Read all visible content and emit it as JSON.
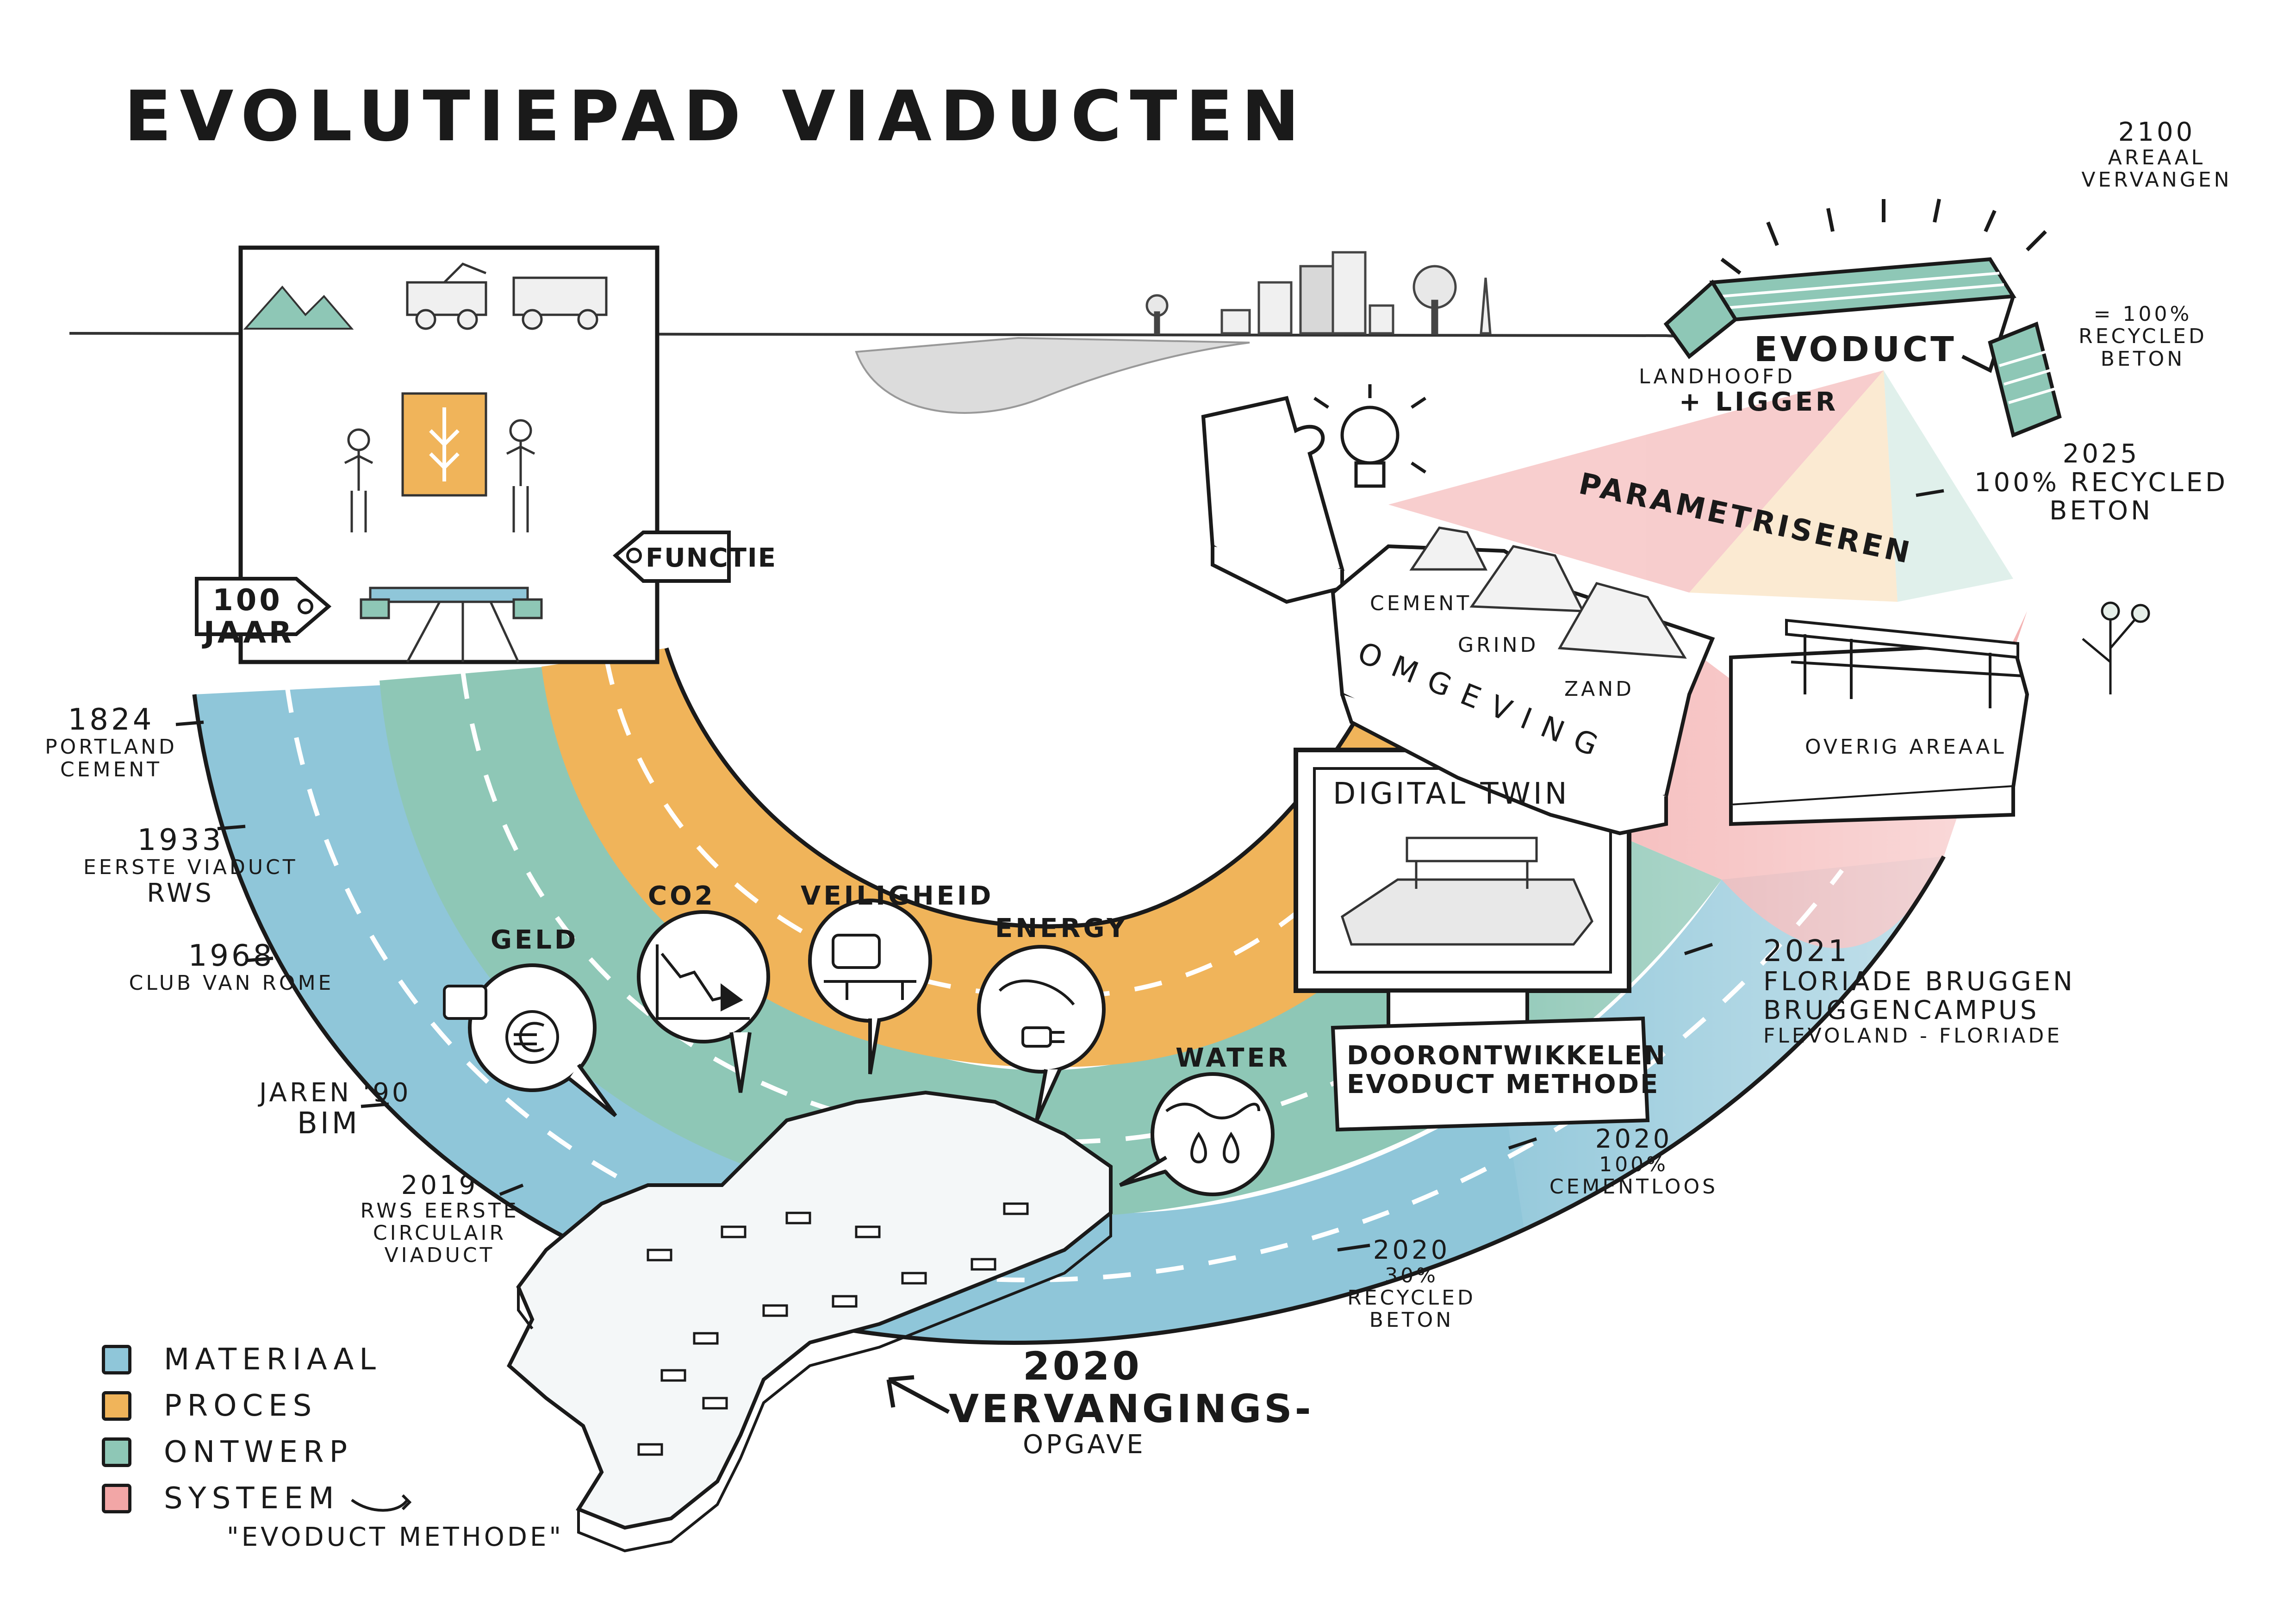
{
  "title": "EVOLUTIEPAD VIADUCTEN",
  "colors": {
    "materiaal": "#8fc6d9",
    "proces": "#f0b45a",
    "ontwerp": "#8ec7b6",
    "systeem": "#f2a6a6",
    "ink": "#1a1a1a"
  },
  "legend": [
    {
      "label": "MATERIAAL",
      "color": "#8fc6d9"
    },
    {
      "label": "PROCES",
      "color": "#f0b45a"
    },
    {
      "label": "ONTWERP",
      "color": "#8ec7b6"
    },
    {
      "label": "SYSTEEM",
      "color": "#f2a6a6"
    }
  ],
  "legend_note": "\"EVODUCT METHODE\"",
  "timeline_left": {
    "t1824": {
      "year": "1824",
      "line1": "PORTLAND",
      "line2": "CEMENT"
    },
    "t1933": {
      "year": "1933",
      "line1": "EERSTE VIADUCT",
      "line2": "RWS"
    },
    "t1968": {
      "year": "1968",
      "line1": "CLUB VAN ROME"
    },
    "t90": {
      "year": "JAREN '90",
      "line1": "BIM"
    },
    "t2019": {
      "year": "2019",
      "line1": "RWS EERSTE",
      "line2": "CIRCULAIR",
      "line3": "VIADUCT"
    }
  },
  "timeline_right": {
    "t2020a": {
      "year": "2020",
      "line1": "30%",
      "line2": "RECYCLED",
      "line3": "BETON"
    },
    "t2020b": {
      "year": "2020",
      "line1": "100%",
      "line2": "CEMENTLOOS"
    },
    "t2021": {
      "year": "2021",
      "line1": "FLORIADE BRUGGEN",
      "line2": "BRUGGENCAMPUS",
      "line3": "FLEVOLAND - FLORIADE"
    },
    "t2025": {
      "year": "2025",
      "line1": "100% RECYCLED",
      "line2": "BETON"
    },
    "t2100": {
      "year": "2100",
      "line1": "AREAAL",
      "line2": "VERVANGEN"
    }
  },
  "tags": {
    "jaar": "100 JAAR",
    "functie": "FUNCTIE"
  },
  "themes": [
    "GELD",
    "CO2",
    "VEILIGHEID",
    "ENERGY",
    "WATER"
  ],
  "digital_twin": {
    "title": "DIGITAL TWIN",
    "caption_line1": "DOORONTWIKKELEN",
    "caption_line2": "EVODUCT METHODE"
  },
  "replacement": {
    "year": "2020",
    "line1": "VERVANGINGS-",
    "line2": "OPGAVE"
  },
  "evoduct": {
    "label": "EVODUCT",
    "landhoofd1": "LANDHOOFD",
    "landhoofd2": "+ LIGGER",
    "recycled1": "= 100%",
    "recycled2": "RECYCLED",
    "recycled3": "BETON"
  },
  "puzzle": {
    "parametriseren": "PARAMETRISEREN",
    "omgeving": "OMGEVING",
    "cement": "CEMENT",
    "grind": "GRIND",
    "zand": "ZAND",
    "overig": "OVERIG AREAAL"
  }
}
